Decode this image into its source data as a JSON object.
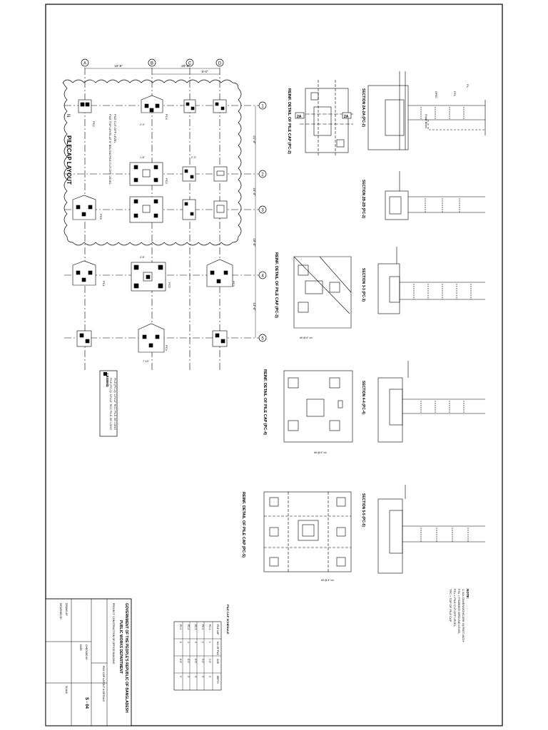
{
  "plan": {
    "title": "PILECAP LAYOUT",
    "north_mark": "N",
    "grid_labels_top": [
      "A",
      "B",
      "C",
      "D"
    ],
    "grid_labels_right": [
      "1",
      "2",
      "3",
      "4",
      "5"
    ],
    "dim_top": [
      "10'-8\"",
      "20'-0\"",
      "5'-0\""
    ],
    "dim_right": [
      "21'-0\"",
      "16'-0\"",
      "18'-0\"",
      "14'-0\""
    ],
    "cap_labels": [
      "PC2",
      "PC4",
      "PC3",
      "PC6",
      "PC5",
      "PC1",
      "PC4",
      "PC3"
    ],
    "cap_dims": [
      "2'-9\"",
      "1'-6\"",
      "2'-0\"",
      "4'-6\"",
      "7'-10\""
    ],
    "note_line1": "PILE TOP LEVEL AT 6\" BELOW PILE CUT-OFF LEVEL",
    "note_line2": "PILE CUT-OFF LEVEL"
  },
  "legend": {
    "heading": "LEGEND",
    "line1": "PILE (PC-1): 12\"x12\" RCC PILE, 60' LONG",
    "line2": "PILE (PC-2): 12\"x12\" RCC PILE, 60' LONG"
  },
  "details": {
    "pc2_title": "REINF. DETAIL OF PILE CAP (PC-2)",
    "pc2a_title": "SECTION 2A-2A (PC-2)",
    "pc2b_title": "SECTION 2B-2B (PC-2)",
    "pc3_title": "REINF. DETAIL OF PILE CAP (PC-3)",
    "pc3_section": "SECTION 3-3 (PC-3)",
    "pc4_title": "REINF. DETAIL OF PILE CAP (PC-4)",
    "pc4_section": "SECTION 4-4 (PC-4)",
    "pc5_title": "REINF. DETAIL OF PILE CAP (PC-5)",
    "pc5_section": "SECTION 5-5 (PC-5)",
    "sec_tag_2a": "2A",
    "sec_tag_2b": "2A",
    "bar_note": "#5 @ 6\" c/c",
    "ffl": "FFL",
    "pl": "PL",
    "opsc": "OPSC",
    "gb": "Grade Beam"
  },
  "notes": {
    "heading": "NOTE:",
    "n1": "1. ALL DIMENSIONS ARE IN FEET-INCH.",
    "n2": "FGL = FINISHED GROUND LEVEL",
    "n3": "PCL = PILE CUT-OFF LEVEL",
    "n4": "TPC = TOP OF PILE CAP"
  },
  "schedule": {
    "title": "PILE CAP SCHEDULE",
    "headers": [
      "PILE CAP",
      "NO. OF PILE",
      "SIZE",
      "DEPTH"
    ],
    "rows": [
      [
        "PC-1",
        "1",
        "2'-6\"",
        "3'"
      ],
      [
        "PC-2",
        "2",
        "5'-0\"",
        "3'"
      ],
      [
        "PC-3",
        "3",
        "6'-0\"",
        "3'"
      ],
      [
        "PC-4",
        "4",
        "6'-0\"",
        "3'"
      ],
      [
        "PC-5",
        "6",
        "8'-6\"",
        "3'"
      ]
    ]
  },
  "title_block": {
    "org1": "GOVERNMENT OF THE PEOPLE'S REPUBLIC OF BANGLADESH",
    "org2": "PUBLIC WORKS DEPARTMENT",
    "project": "PROJECT: CONSTRUCTION OF OFFICE BUILDING",
    "drawing": "PILE CAP LAYOUT & DETAILS",
    "drawn_by": "DRAWN BY",
    "designed_by": "DESIGNED BY",
    "checked_by": "CHECKED BY",
    "date": "DATE",
    "scale": "SCALE",
    "sheet_no": "S - 04"
  }
}
